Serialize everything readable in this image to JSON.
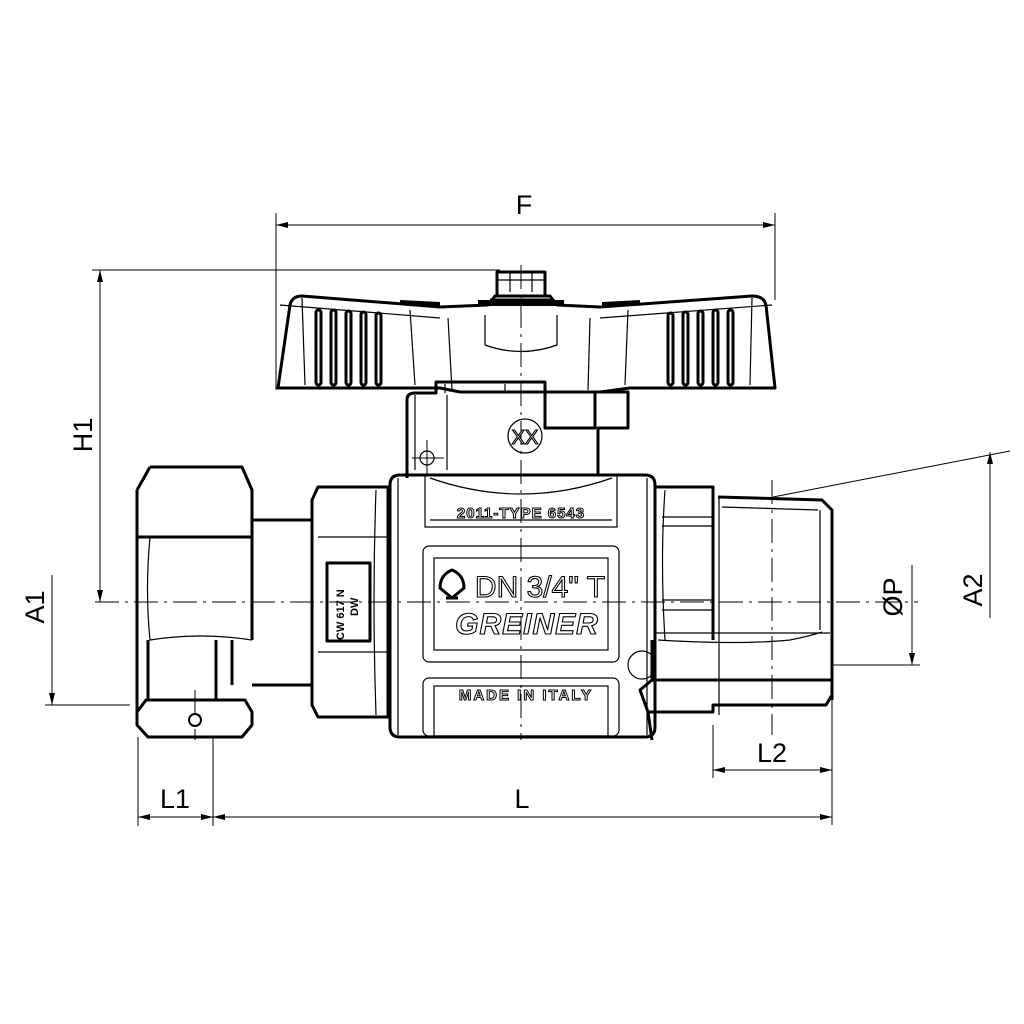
{
  "dimensions": {
    "F": "F",
    "H1": "H1",
    "A1": "A1",
    "A2": "A2",
    "P": "ØP",
    "L1": "L1",
    "L": "L",
    "L2": "L2"
  },
  "markings": {
    "type_line": "2011-TYPE 6543",
    "size_line": "DN 3/4\" T",
    "brand": "GREINER",
    "origin": "MADE IN ITALY",
    "material_1": "CW 617 N",
    "material_2": "DW",
    "date_stamp": "XX"
  },
  "colors": {
    "line": "#000000",
    "background": "#ffffff"
  }
}
